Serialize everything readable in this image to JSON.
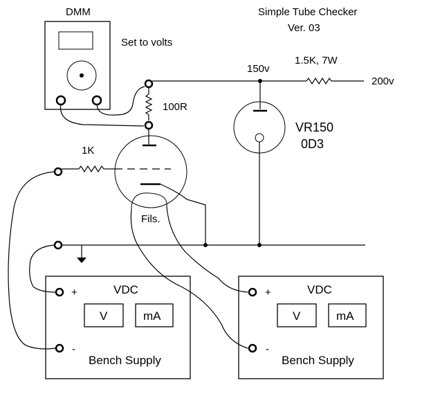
{
  "title_line1": "Simple Tube Checker",
  "title_line2": "Ver. 03",
  "dmm": {
    "label": "DMM",
    "note": "Set to volts"
  },
  "resistors": {
    "r_plate": "100R",
    "r_grid": "1K",
    "r_dropper": "1.5K, 7W"
  },
  "voltages": {
    "regulated": "150v",
    "input": "200v"
  },
  "regulator": {
    "line1": "VR150",
    "line2": "0D3"
  },
  "filament_label": "Fils.",
  "supply_left": {
    "header": "VDC",
    "plus": "+",
    "minus": "-",
    "meter_v": "V",
    "meter_ma": "mA",
    "footer": "Bench Supply"
  },
  "supply_right": {
    "header": "VDC",
    "plus": "+",
    "minus": "-",
    "meter_v": "V",
    "meter_ma": "mA",
    "footer": "Bench Supply"
  }
}
